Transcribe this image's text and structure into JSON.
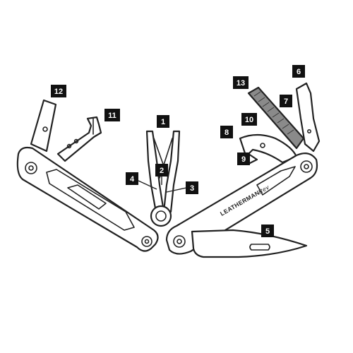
{
  "brand": {
    "name": "LEATHERMAN",
    "model": "Rev"
  },
  "callouts": [
    "1",
    "2",
    "3",
    "4",
    "5",
    "6",
    "7",
    "8",
    "9",
    "10",
    "11",
    "12",
    "13"
  ],
  "colors": {
    "outline": "#222222",
    "badge": "#111111",
    "badge_text": "#ffffff",
    "file_fill": "#8a8a8a"
  }
}
